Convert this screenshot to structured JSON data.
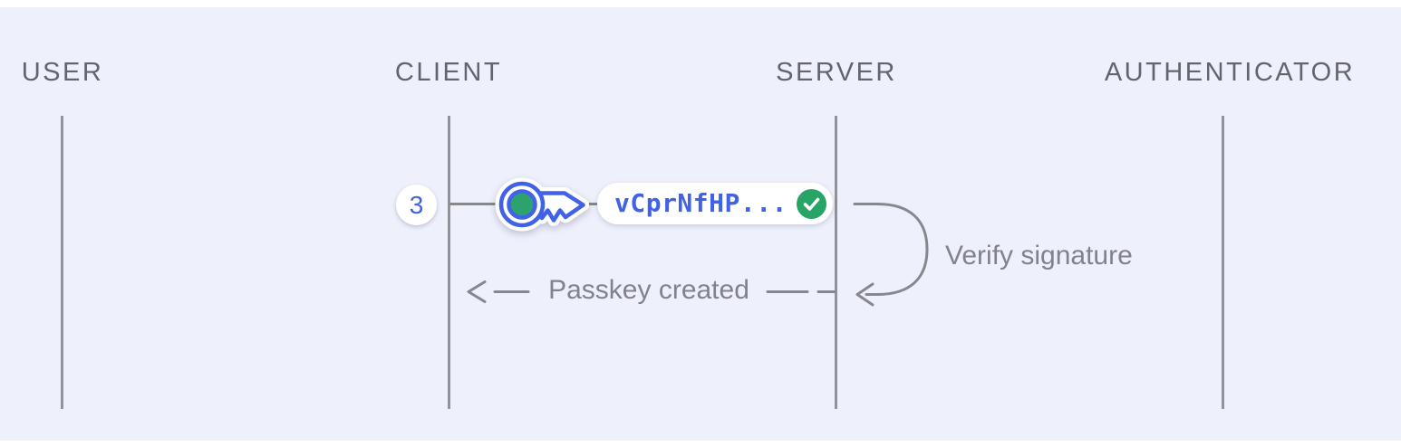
{
  "diagram_title": "passkey-registration-sequence",
  "colors": {
    "background": "#EEF0FB",
    "frame": "#FFFFFF",
    "lifeline": "#929398",
    "arrow": "#87888D",
    "lane_label_text": "#64656B",
    "message_text": "#81828A",
    "accent_blue": "#4161E8",
    "success_green": "#27A466"
  },
  "lanes": [
    {
      "id": "user",
      "label": "USER"
    },
    {
      "id": "client",
      "label": "CLIENT"
    },
    {
      "id": "server",
      "label": "SERVER"
    },
    {
      "id": "authenticator",
      "label": "AUTHENTICATOR"
    }
  ],
  "step_badge": {
    "number": "3"
  },
  "credential": {
    "value": "vCprNfHP...",
    "key_icon": "passkey-key-icon",
    "status_icon": "check-circle-icon"
  },
  "messages": {
    "credential_sent": {
      "from": "CLIENT",
      "to": "SERVER",
      "payload": "vCprNfHP...",
      "style": "solid"
    },
    "verify_signature": {
      "label": "Verify signature",
      "type": "self-loop",
      "lane": "SERVER"
    },
    "passkey_created": {
      "label": "Passkey created",
      "from": "SERVER",
      "to": "CLIENT",
      "style": "dashed-left-arrow"
    }
  }
}
